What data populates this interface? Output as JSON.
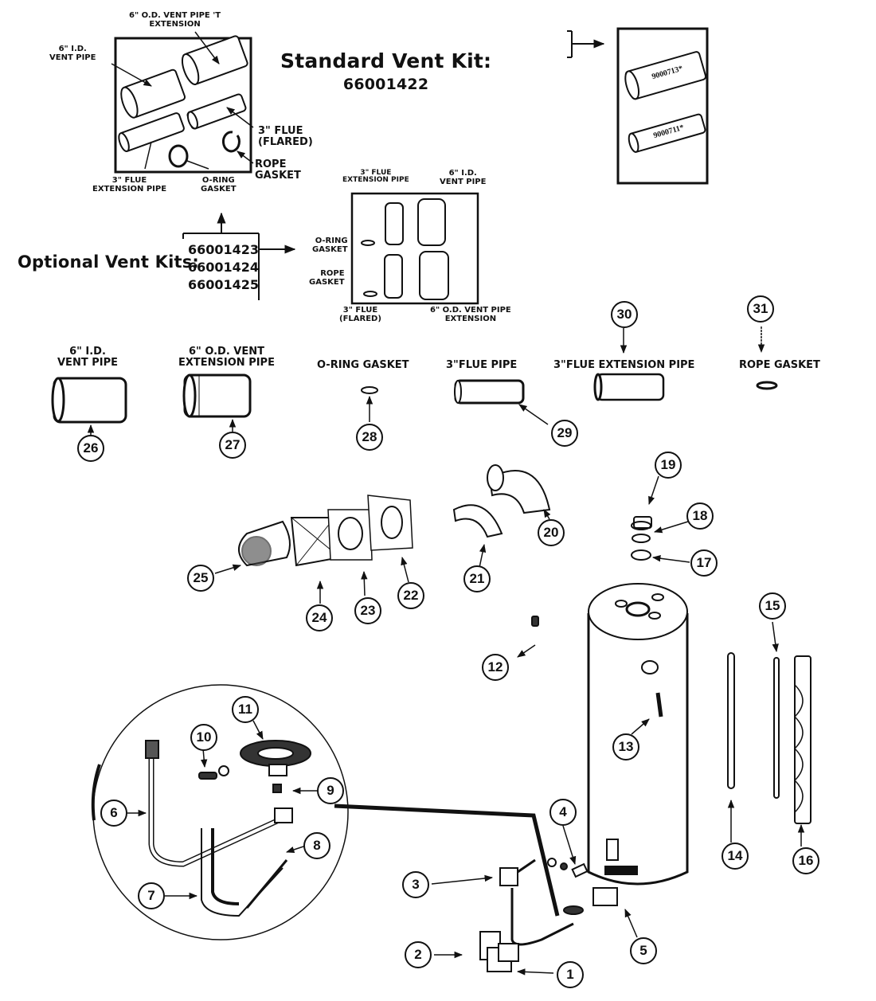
{
  "standard_kit": {
    "label": "Standard Vent Kit:",
    "number": "66001422",
    "parts": [
      "9000713*",
      "9000711*"
    ]
  },
  "optional_kits": {
    "label": "Optional Vent Kits:",
    "numbers": [
      "66001423",
      "66001424",
      "66001425"
    ]
  },
  "kit_box_a_labels": {
    "od_vent_ext": "6\" O.D. VENT PIPE  'T\nEXTENSION",
    "id_vent": "6\" I.D.\nVENT PIPE",
    "flue_flared": "3\" FLUE\n(FLARED)",
    "rope_gasket": "ROPE\nGASKET",
    "flue_ext": "3\" FLUE\nEXTENSION PIPE",
    "oring": "O-RING\nGASKET"
  },
  "kit_box_b_labels": {
    "flue_ext": "3\" FLUE\nEXTENSION PIPE",
    "id_vent": "6\" I.D.\nVENT PIPE",
    "oring": "O-RING\nGASKET",
    "rope_gasket": "ROPE\nGASKET",
    "flue_flared": "3\" FLUE\n(FLARED)",
    "od_vent_ext": "6\" O.D. VENT PIPE\nEXTENSION"
  },
  "part_titles": {
    "p26": "6\" I.D.\nVENT PIPE",
    "p27": "6\" O.D. VENT\nEXTENSION PIPE",
    "p28": "O-RING GASKET",
    "p29": "3\"FLUE PIPE",
    "p30": "3\"FLUE EXTENSION PIPE",
    "p31": "ROPE GASKET"
  },
  "callouts": [
    "1",
    "2",
    "3",
    "4",
    "5",
    "6",
    "7",
    "8",
    "9",
    "10",
    "11",
    "12",
    "13",
    "14",
    "15",
    "16",
    "17",
    "18",
    "19",
    "20",
    "21",
    "22",
    "23",
    "24",
    "25",
    "26",
    "27",
    "28",
    "29",
    "30",
    "31"
  ]
}
